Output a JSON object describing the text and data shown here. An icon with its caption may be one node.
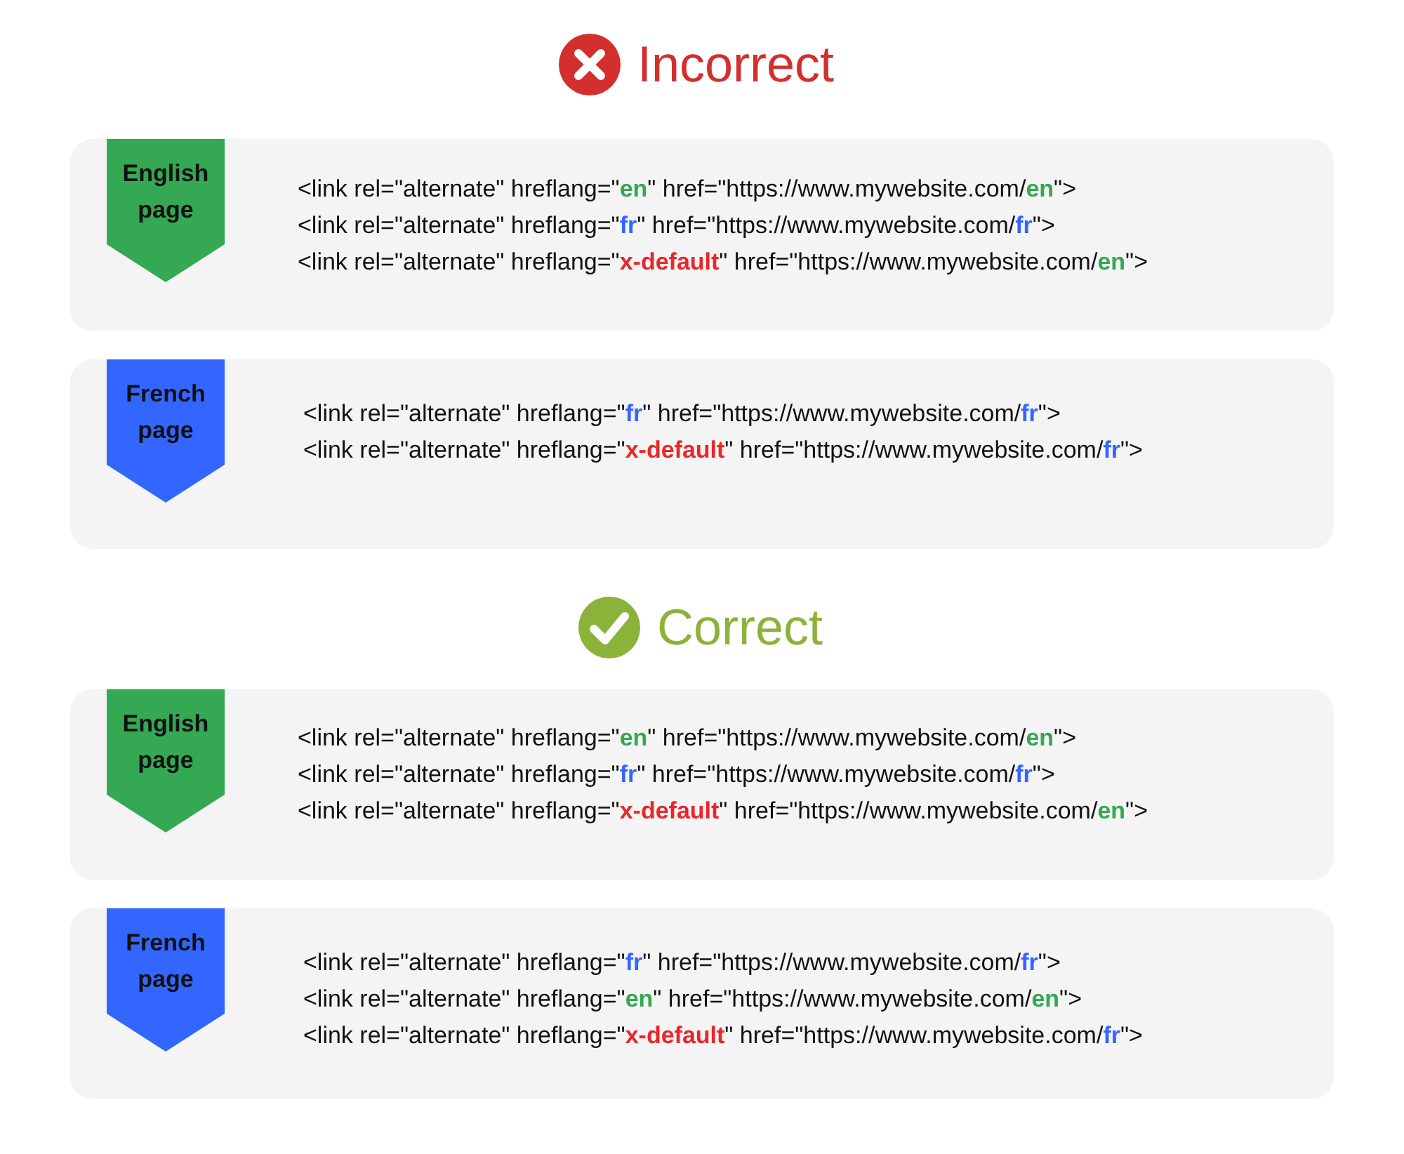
{
  "diagram": {
    "nodes": [
      {
        "text": [
          "<link rel=\"alternate\" hreflang=\"**en**\" href=\"https://www.mywebsite.com/**en**\">",
          "<link rel=\"alternate\" hreflang=\"**fr**\" href=\"https://www.mywebsite.com/**fr**\">",
          "<link rel=\"alternate\" hreflang=\"**x-default**\" href=\"https://www.mywebsite.com/**en**\">"
        ]
      },
      {
        "text": [
          "English page"
        ],
        "in": 0
      },
      {
        "text": [
          "<link rel=\"alternate\" hreflang=\"**fr**\" href=\"https://www.mywebsite.com/**fr**\">",
          "<link rel=\"alternate\" hreflang=\"**x-default**\" href=\"https://www.mywebsite.com/**fr**\">"
        ]
      },
      {
        "text": [
          "French page"
        ],
        "in": 2
      },
      {
        "text": [
          "<link rel=\"alternate\" hreflang=\"**en**\" href=\"https://www.mywebsite.com/**en**\">",
          "<link rel=\"alternate\" hreflang=\"**fr**\" href=\"https://www.mywebsite.com/**fr**\">",
          "<link rel=\"alternate\" hreflang=\"**x-default**\" href=\"https://www.mywebsite.com/**en**\">"
        ]
      },
      {
        "text": [
          "English page"
        ],
        "in": 4
      },
      {
        "text": [
          "<link rel=\"alternate\" hreflang=\"**fr**\" href=\"https://www.mywebsite.com/**fr**\">",
          "<link rel=\"alternate\" hreflang=\"**en**\" href=\"https://www.mywebsite.com/**en**\">",
          "<link rel=\"alternate\" hreflang=\"**x-default**\" href=\"https://www.mywebsite.com/**fr**\">"
        ]
      },
      {
        "text": [
          "French page"
        ],
        "in": 6
      }
    ],
    "labels": [
      "Incorrect",
      "Correct"
    ]
  }
}
